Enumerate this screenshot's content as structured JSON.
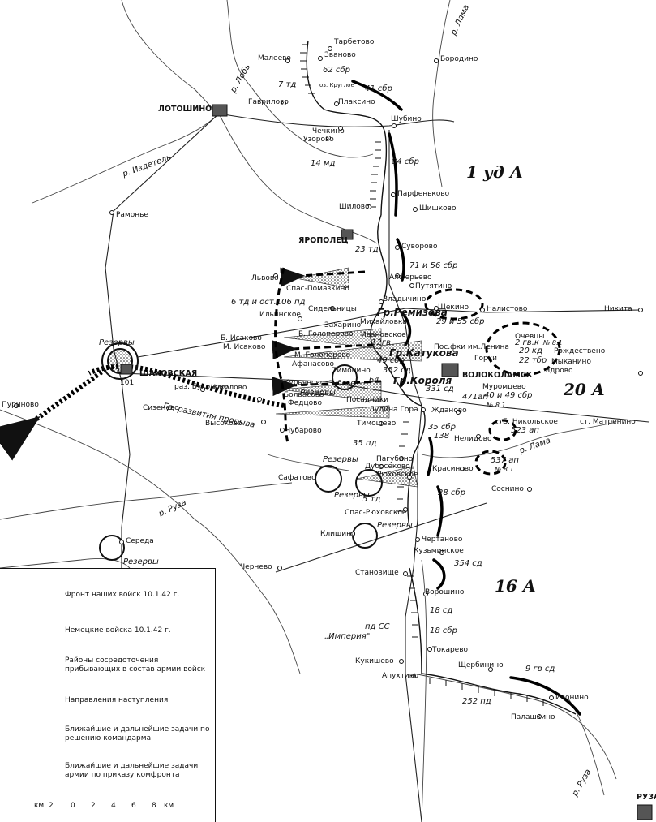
{
  "armies": {
    "a1": "1 уд А",
    "a20": "20 А",
    "a16": "16 А"
  },
  "cities": {
    "lotoshino": "ЛОТОШИНО",
    "yaropolets": "ЯРОПОЛЕЦ",
    "shakhovskaya": "ШАХОВСКАЯ",
    "volokolamsk": "ВОЛОКОЛАМСК",
    "ruza": "РУЗА"
  },
  "villages": {
    "tyrebetovo": "Тарбетово",
    "zvanovo": "Званово",
    "maleevo": "Малеево",
    "borodino": "Бородино",
    "gavrilovo": "Гаврилово",
    "plaksino": "Плаксино",
    "shubino": "Шубино",
    "chechkino": "Чечкино",
    "uzorovo": "Узорово",
    "parfenkovo": "Парфеньково",
    "shilovo": "Шилово",
    "shishkovo": "Шишково",
    "ramonye": "Рамонье",
    "suvorovo": "Суворово",
    "alferyevo": "Алферьево",
    "putyatino": "Путятино",
    "vladychino": "Владычино",
    "lvovo": "Львово",
    "spas_pomazkino": "Спас-Помазкино",
    "ilyinskoe": "Ильинское",
    "sidelnitsy": "Сидельницы",
    "mikhailovka": "Михайловка",
    "shchekino": "Щекино",
    "nalistovo": "Налистово",
    "nikita": "Никита",
    "zakharino": "Захарино",
    "b_goloperovo": "Б. Голоперово",
    "b_isakovo": "Б. Исаково",
    "m_isakovo": "М. Исаково",
    "ivanovskoe": "Ивановское",
    "posyolok_lenina": "Пос.фки им.Ленина",
    "gorki": "Горки",
    "ochentsy": "Очевцы",
    "rozhdestveno": "Рождествено",
    "mykanino": "Мыканино",
    "ydrovo": "Ядрово",
    "m_goloperovo": "М. Голоперово",
    "afanasovo": "Афанасово",
    "timonino": "Тимонино",
    "kuryanovo": "Курьяново",
    "zubovo": "Зубово",
    "fedtsovo": "Федцово",
    "bolvasovo": "Болвасово",
    "posadnikovo": "Посадники",
    "ludina_gora": "Лудина Гора",
    "zhdanovo": "Жданово",
    "muromtsevo": "Муромцево",
    "b_nikolskoe": "Б. Никольское",
    "st_matrenino": "ст. Матренино",
    "purinovo": "Пуриново",
    "sizenevo": "Сизенево",
    "raz_bukolovo": "раз. Буколово",
    "chukholovo": "Чухолово",
    "vysokovo": "Высоково",
    "chubarovo": "Чубарово",
    "timoshevo": "Тимошево",
    "nelidovo": "Нелидово",
    "pagubino": "Пагубино",
    "dubosekovo": "Дубосеково",
    "ryukhovskoe": "Рюховское",
    "safatovo": "Сафатово",
    "krasinovo": "Красиново",
    "sosnino": "Соснино",
    "spas_ryukhovskoe": "Спас-Рюховское",
    "klishino": "Клишино",
    "sereda": "Середа",
    "chertanovo": "Чертаново",
    "kuzminskoe": "Кузьминское",
    "chernevo": "Чернево",
    "stanovishche": "Становище",
    "voroshino": "Ворошино",
    "tokarevo": "Токарево",
    "shcherbinino": "Щербинино",
    "kukishevo": "Кукишево",
    "apukhtino": "Апухтино",
    "ivonino": "Ивонино",
    "palashkino": "Палашкино"
  },
  "rivers": {
    "lama_n": "р. Лама",
    "lob": "р. Лобь",
    "izdetel": "р. Издетель",
    "lama_s": "р. Лама",
    "ruza_w": "р. Руза",
    "ruza_s": "р. Руза"
  },
  "units": {
    "u62": "62 сбр",
    "u7": "7 тд",
    "lake": "оз. Круглое",
    "u41": "41 сбр",
    "u14": "14 мд",
    "u84": "84 сбр",
    "u23": "23 тд",
    "u71": "71 и 56 сбр",
    "u6": "6 тд и ост.106 пд",
    "u2955": "29 и 55 сбр",
    "u2gv": "2 гв.к",
    "u20": "20 кд",
    "u22": "22 тбр",
    "uN8_1": "№ 8.1",
    "u12": "12гв",
    "u49": "49 сбр",
    "u352": "352 сд",
    "u64": "64",
    "u331": "331 сд",
    "u471": "471ап",
    "u4049": "40 и 49 сбр",
    "uN8_2": "№ 8.1",
    "u523": "523 ап",
    "u35sbr": "35 сбр",
    "u138": "138",
    "u35pd": "35 пд",
    "u537": "537 ап",
    "uN8_3": "№ 8.1",
    "u28": "28 сбр",
    "u5": "5 тд",
    "u101": "101",
    "u354": "354 сд",
    "u18sd": "18 сд",
    "u18sbr": "18 сбр",
    "u9": "9 гв сд",
    "u252": "252 пд",
    "ss": "пд СС",
    "imperia": "„Империя\""
  },
  "groups": {
    "remizov": "Гр.Ремизова",
    "katukov": "Гр.Катукова",
    "korolya": "Гр.Короля"
  },
  "reserves": {
    "r1": "Резервы",
    "r2": "Резервы",
    "r3": "Резервы",
    "r4": "Резервы",
    "r5": "Резервы",
    "r6": "Резервы"
  },
  "breakthrough": "Гр. развития прорыва",
  "legend": {
    "front": "Фронт наших войск 10.1.42 г.",
    "german": "Немецкие войска 10.1.42 г.",
    "concentration": "Районы сосредоточения прибывающих в состав армии войск",
    "attack": "Направления наступления",
    "tasks_commander": "Ближайшие и дальнейшие задачи по решению командарма",
    "tasks_front": "Ближайшие и дальнейшие задачи армии по приказу комфронта"
  },
  "scale": {
    "unit_label": "км",
    "ticks": [
      "2",
      "0",
      "2",
      "4",
      "6",
      "8"
    ],
    "unit_suffix": "км"
  }
}
